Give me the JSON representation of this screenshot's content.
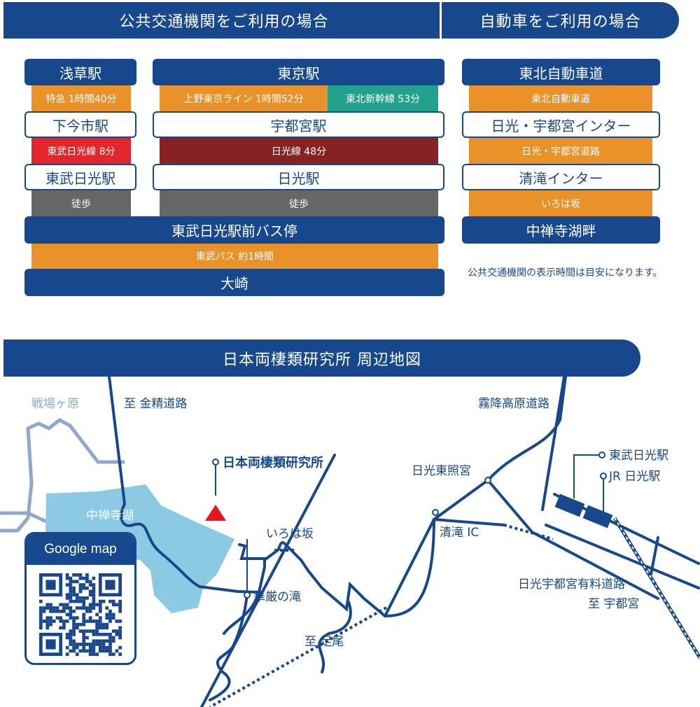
{
  "headers": {
    "public": "公共交通機関をご利用の場合",
    "car": "自動車をご利用の場合",
    "map": "日本両棲類研究所 周辺地図"
  },
  "asakusa": {
    "start": "浅草駅",
    "leg1": "特急 1時間40分",
    "stop1": "下今市駅",
    "leg2": "東武日光線 8分",
    "stop2": "東武日光駅",
    "leg3": "徒歩"
  },
  "tokyo": {
    "start": "東京駅",
    "leg1a": "上野東京ライン 1時間52分",
    "leg1b": "東北新幹線 53分",
    "stop1": "宇都宮駅",
    "leg2": "日光線 48分",
    "stop2": "日光駅",
    "leg3": "徒歩"
  },
  "shared": {
    "stop": "東武日光駅前バス停",
    "leg": "東武バス 約1時間",
    "end": "大崎"
  },
  "car": {
    "start": "東北自動車道",
    "leg1": "東北自動車道",
    "stop1": "日光・宇都宮インター",
    "leg2": "日光・宇都宮道路",
    "stop2": "清滝インター",
    "leg3": "いろは坂",
    "end": "中禅寺湖畔"
  },
  "note": "公共交通機関の表示時間は目安になります。",
  "map": {
    "senjogahara": "戦場ヶ原",
    "konsei": "至 金精道路",
    "kirifuri": "霧降高原道路",
    "lake": "中禅寺湖",
    "institute": "日本両棲類研究所",
    "toshogu": "日光東照宮",
    "tobu_nikko": "東武日光駅",
    "jr_nikko": "JR 日光駅",
    "irohazaka": "いろは坂",
    "kiyotaki_ic": "清滝 IC",
    "kegon": "華厳の滝",
    "toll_road": "日光宇都宮有料道路",
    "to_utsunomiya": "至 宇都宮",
    "ashio": "至 足尾",
    "google_map": "Google map"
  },
  "colors": {
    "navy": "#17488d",
    "orange": "#ea922a",
    "teal": "#22a18d",
    "red": "#e2262b",
    "dark_red": "#872122",
    "gray": "#666666",
    "lake": "#8ccae3",
    "marker": "#e8161b"
  }
}
